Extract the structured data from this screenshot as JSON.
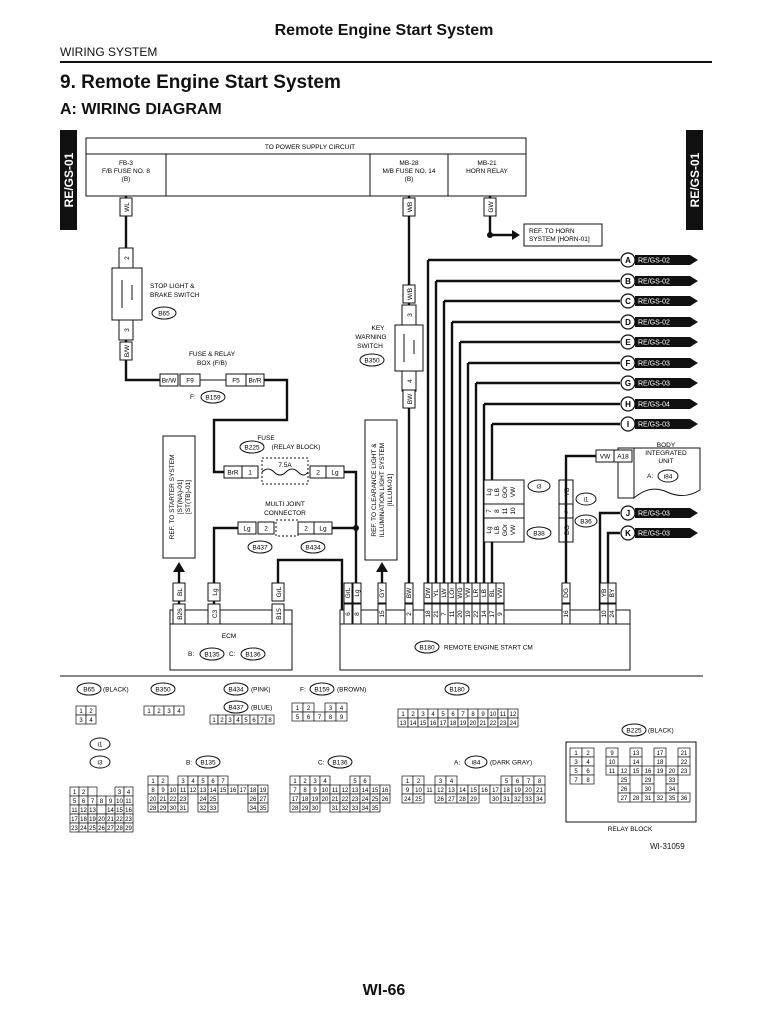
{
  "header": {
    "title": "Remote Engine Start System",
    "section": "WIRING SYSTEM",
    "heading": "9.  Remote Engine Start System",
    "subheading": "A:  WIRING DIAGRAM"
  },
  "side_tabs": {
    "left": "RE/GS-01",
    "right": "RE/GS-01"
  },
  "power_box": {
    "title": "TO POWER SUPPLY CIRCUIT",
    "fb3": [
      "FB-3",
      "F/B FUSE NO. 8",
      "(B)"
    ],
    "mb28": [
      "MB-28",
      "M/B FUSE NO. 14",
      "(B)"
    ],
    "mb21": [
      "MB-21",
      "HORN RELAY"
    ]
  },
  "wires": {
    "wl": "WL",
    "wb": "WB",
    "gw": "GW",
    "bw": "B/W",
    "wb2": "W/B",
    "bw2": "BW",
    "brw": "Br/W",
    "f9": "F9",
    "f5": "F5",
    "brr": "Br/R",
    "brr2": "BrR",
    "lg": "Lg",
    "gy": "GY",
    "bl": "BL",
    "grl": "GrL",
    "vw": "VW",
    "a18": "A18",
    "yb": "YB",
    "dg": "DG",
    "by": "BY",
    "dw": "DW",
    "yl": "YL",
    "lw": "LW",
    "lor": "LOr",
    "wg": "WG",
    "yw": "YW",
    "lr": "LR",
    "lb": "LB",
    "gor": "GOr",
    "lg2": "Lg"
  },
  "components": {
    "horn_ref": [
      "REF. TO HORN",
      "SYSTEM [HORN-01]"
    ],
    "stop_switch": [
      "STOP LIGHT &",
      "BRAKE SWITCH"
    ],
    "b65": "B65",
    "key_switch": [
      "KEY",
      "WARNING",
      "SWITCH"
    ],
    "b350": "B350",
    "fuse_relay_box": [
      "FUSE & RELAY",
      "BOX (F/B)"
    ],
    "f_label": "F:",
    "b159": "B159",
    "fuse": [
      "FUSE",
      "(RELAY BLOCK)"
    ],
    "b225": "B225",
    "fuse_rating": "7.5A",
    "multi_joint": [
      "MULTI JOINT",
      "CONNECTOR"
    ],
    "b437": "B437",
    "b434": "B434",
    "ref_starter": [
      "REF. TO STARTER SYSTEM",
      "[ST(NA)-01]",
      "[ST(TB)-01]"
    ],
    "ref_clearance": [
      "REF. TO CLEARANCE LIGHT &",
      "ILLUMINATION LIGHT SYSTEM",
      "[ILLUM-01]"
    ],
    "body_unit": [
      "BODY",
      "INTEGRATED",
      "UNIT"
    ],
    "a_label": "A:",
    "i84": "i84",
    "i3": "i3",
    "i1": "i1",
    "b38": "B38",
    "b36": "B36",
    "ecm": "ECM",
    "b_label": "B:",
    "b135": "B135",
    "c_label": "C:",
    "b136": "B136",
    "b180": "B180",
    "remote_cm": "REMOTE ENGINE START CM"
  },
  "refs": [
    {
      "letter": "A",
      "label": "RE/GS-02"
    },
    {
      "letter": "B",
      "label": "RE/GS-02"
    },
    {
      "letter": "C",
      "label": "RE/GS-02"
    },
    {
      "letter": "D",
      "label": "RE/GS-02"
    },
    {
      "letter": "E",
      "label": "RE/GS-02"
    },
    {
      "letter": "F",
      "label": "RE/GS-03"
    },
    {
      "letter": "G",
      "label": "RE/GS-03"
    },
    {
      "letter": "H",
      "label": "RE/GS-04"
    },
    {
      "letter": "I",
      "label": "RE/GS-03"
    },
    {
      "letter": "J",
      "label": "RE/GS-03"
    },
    {
      "letter": "K",
      "label": "RE/GS-03"
    }
  ],
  "pins": {
    "stop_top": "2",
    "stop_bot": "3",
    "key_top": "3",
    "key_bot": "4",
    "fuse_left": "1",
    "fuse_right": "2",
    "mj_left": "2",
    "mj_right": "2",
    "ecm_pins": [
      "B26",
      "C3",
      "B15"
    ],
    "cm_pins": [
      "6",
      "8",
      "15",
      "2",
      "18",
      "21",
      "7",
      "11",
      "20",
      "19",
      "22",
      "14",
      "17",
      "9",
      "16",
      "10",
      "24"
    ],
    "i3_pins": [
      "7",
      "8",
      "11",
      "10"
    ],
    "b38_pins": [
      "3",
      "4",
      "12",
      "6"
    ],
    "i1_pin": "6",
    "b36_pin": "5"
  },
  "connectors": {
    "b65_label": "B65",
    "b65_color": "(BLACK)",
    "b350_label": "B350",
    "b434_label": "B434",
    "b434_color": "(PINK)",
    "b437_label": "B437",
    "b437_color": "(BLUE)",
    "f_label": "F:",
    "b159_label": "B159",
    "b159_color": "(BROWN)",
    "b180_label": "B180",
    "b225_label": "B225",
    "b225_color": "(BLACK)",
    "i1_label": "i1",
    "i3_label": "i3",
    "b_label": "B:",
    "b135_label": "B135",
    "c_label": "C:",
    "b136_label": "B136",
    "a_label": "A:",
    "i84_label": "i84",
    "i84_color": "(DARK GRAY)",
    "relay_block": "RELAY BLOCK"
  },
  "footer": {
    "figure_id": "WI-31059",
    "page": "WI-66"
  },
  "colors": {
    "ink": "#111111",
    "background": "#ffffff"
  }
}
